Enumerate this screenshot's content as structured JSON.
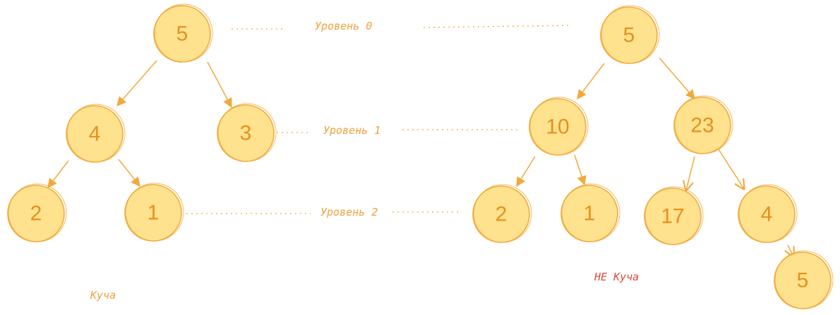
{
  "levels": [
    "Уровень 0",
    "Уровень 1",
    "Уровень 2"
  ],
  "captions": {
    "heap": "Куча",
    "not_heap": "НЕ Куча"
  },
  "colors": {
    "node_fill": "#fee28e",
    "node_stroke": "#f2a93b",
    "node_text": "#e8901a",
    "level_text": "#f2a13a",
    "not_heap_text": "#e0473c"
  },
  "heap_tree": {
    "root": "5",
    "level1": [
      "4",
      "3"
    ],
    "level2": [
      "2",
      "1"
    ]
  },
  "not_heap_tree": {
    "root": "5",
    "level1": [
      "10",
      "23"
    ],
    "level2": [
      "2",
      "1",
      "17",
      "4"
    ],
    "level3": [
      "5"
    ]
  }
}
